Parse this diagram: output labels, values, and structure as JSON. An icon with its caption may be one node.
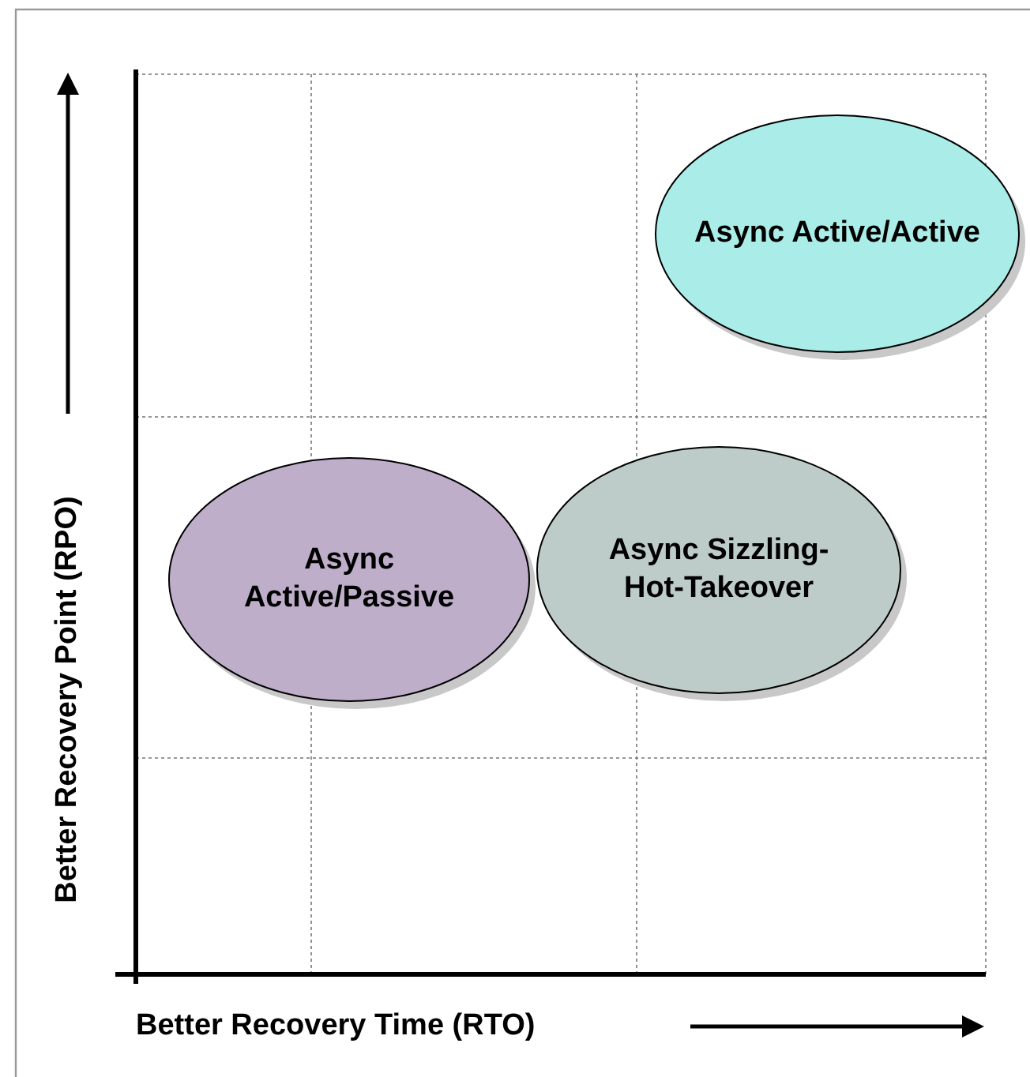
{
  "diagram": {
    "nodes": [
      {
        "text": [
          "Async Active/Active"
        ]
      },
      {
        "text": [
          "Async Active/Passive"
        ]
      },
      {
        "text": [
          "Async Sizzling-Hot-Takeover"
        ]
      }
    ],
    "labels": [
      "Better Recovery Point (RPO)",
      "Better Recovery Time (RTO)"
    ]
  }
}
